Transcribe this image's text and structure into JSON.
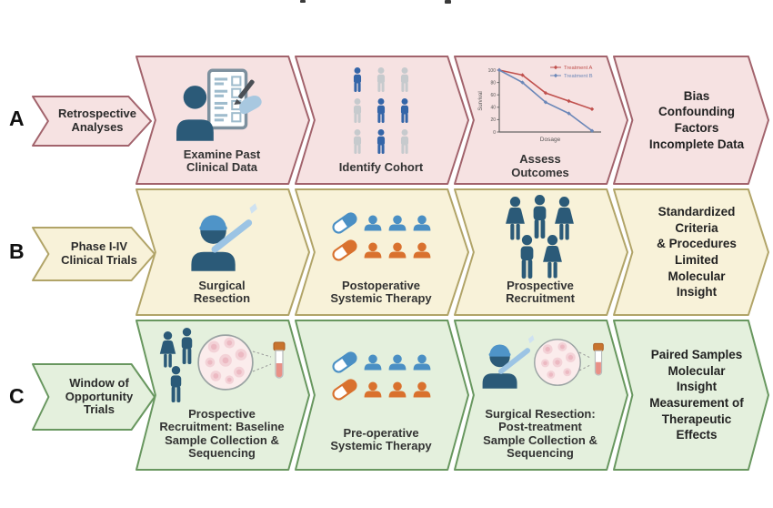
{
  "page": {
    "background": "#ffffff"
  },
  "figure": {
    "rows": [
      {
        "letter": "A",
        "label": "Retrospective\nAnalyses",
        "colors": {
          "fill": "#f6e2e2",
          "border": "#a2636c"
        },
        "steps": [
          {
            "caption": "Examine Past\nClinical Data",
            "icon": "clipboard-person-icon"
          },
          {
            "caption": "Identify Cohort",
            "icon": "cohort-grid-icon"
          },
          {
            "caption": "Assess\nOutcomes",
            "icon": "survival-chart"
          }
        ],
        "outcome": "Bias\nConfounding Factors\nIncomplete Data"
      },
      {
        "letter": "B",
        "label": "Phase I-IV\nClinical Trials",
        "colors": {
          "fill": "#f8f2d9",
          "border": "#b1a468"
        },
        "steps": [
          {
            "caption": "Surgical\nResection",
            "icon": "surgeon-scalpel-icon"
          },
          {
            "caption": "Postoperative\nSystemic Therapy",
            "icon": "pills-patients-icon"
          },
          {
            "caption": "Prospective\nRecruitment",
            "icon": "patient-group-icon"
          }
        ],
        "outcome": "Standardized Criteria\n& Procedures\nLimited Molecular\nInsight"
      },
      {
        "letter": "C",
        "label": "Window of\nOpportunity\nTrials",
        "colors": {
          "fill": "#e4f0dd",
          "border": "#68975f"
        },
        "steps": [
          {
            "caption": "Prospective\nRecruitment: Baseline\nSample Collection &\nSequencing",
            "icon": "patients-biopsy-tube-icon"
          },
          {
            "caption": "Pre-operative\nSystemic Therapy",
            "icon": "pills-patients-icon"
          },
          {
            "caption": "Surgical Resection:\nPost-treatment\nSample Collection &\nSequencing",
            "icon": "surgeon-biopsy-tube-icon"
          }
        ],
        "outcome": "Paired Samples\nMolecular Insight\nMeasurement of\nTherapeutic Effects"
      }
    ],
    "icon_colors": {
      "person_dark": "#2b5a78",
      "person_blue": "#3465a8",
      "person_gray": "#c6cacd",
      "group_blue": "#4a8fc4",
      "group_orange": "#d9712e",
      "cap_blue": "#4f94c8",
      "scalpel_blue": "#9cc4e4",
      "cells_fill": "#fbecec",
      "cell_blob": "#f3d2d7",
      "tube_cap": "#c8742e",
      "tube_blood": "#e89086"
    },
    "cohort_pattern": [
      [
        "blue",
        "gray",
        "gray"
      ],
      [
        "gray",
        "blue",
        "blue"
      ],
      [
        "gray",
        "blue",
        "gray"
      ]
    ]
  },
  "chart_data": {
    "type": "line",
    "title": "",
    "xlabel": "Dosage",
    "ylabel": "Survival",
    "ylim": [
      0,
      100
    ],
    "yticks": [
      0,
      20,
      40,
      60,
      80,
      100
    ],
    "x": [
      0,
      1,
      2,
      3,
      4
    ],
    "series": [
      {
        "name": "Treatment A",
        "color": "#c0504d",
        "values": [
          100,
          92,
          63,
          50,
          37
        ]
      },
      {
        "name": "Treatment B",
        "color": "#6b87b8",
        "values": [
          100,
          80,
          48,
          30,
          2
        ]
      }
    ],
    "legend_position": "top-right",
    "grid": false
  }
}
